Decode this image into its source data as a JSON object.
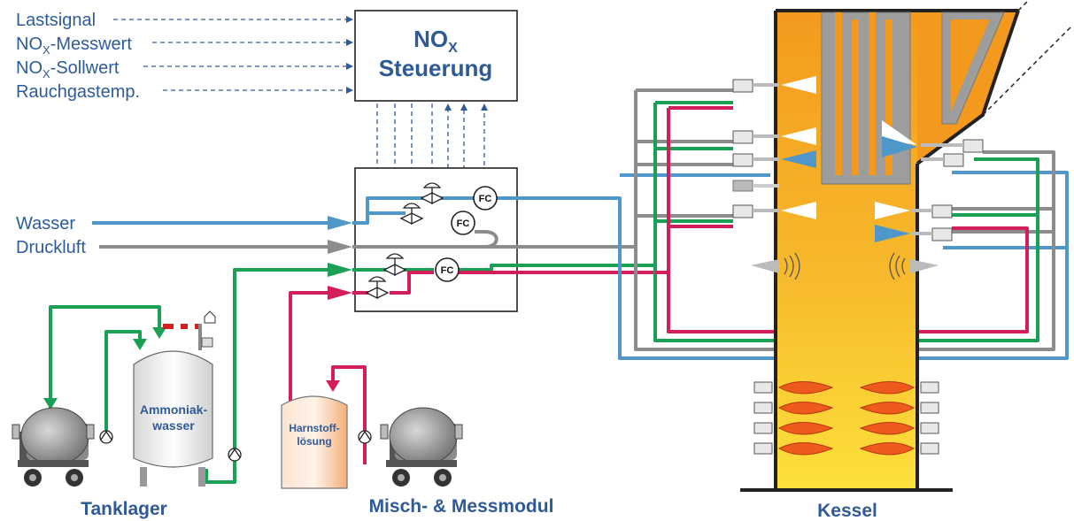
{
  "signals": [
    {
      "main": "Lastsignal",
      "sub": "",
      "rest": ""
    },
    {
      "main": "NO",
      "sub": "X",
      "rest": "-Messwert"
    },
    {
      "main": "NO",
      "sub": "X",
      "rest": "-Sollwert"
    },
    {
      "main": "Rauchgastemp.",
      "sub": "",
      "rest": ""
    }
  ],
  "control": {
    "title_main": "NO",
    "title_sub": "X",
    "title_line2": "Steuerung"
  },
  "inputs": {
    "water": "Wasser",
    "air": "Druckluft"
  },
  "flow_controllers": [
    "FC",
    "FC",
    "FC"
  ],
  "tanks": {
    "ammonia_line1": "Ammoniak-",
    "ammonia_line2": "wasser",
    "urea_line1": "Harnstoff-",
    "urea_line2": "lösung"
  },
  "captions": {
    "tank_storage": "Tanklager",
    "mixing": "Misch- & Messmodul",
    "boiler": "Kessel"
  },
  "colors": {
    "water": "#4f97c8",
    "air": "#8c8c8c",
    "ammonia": "#1aa055",
    "urea": "#d21f5c",
    "signal": "#2d5b9c",
    "boiler_top": "#f39a1e",
    "boiler_bottom": "#fce03b",
    "heat_exchanger": "#9d9d9d"
  }
}
